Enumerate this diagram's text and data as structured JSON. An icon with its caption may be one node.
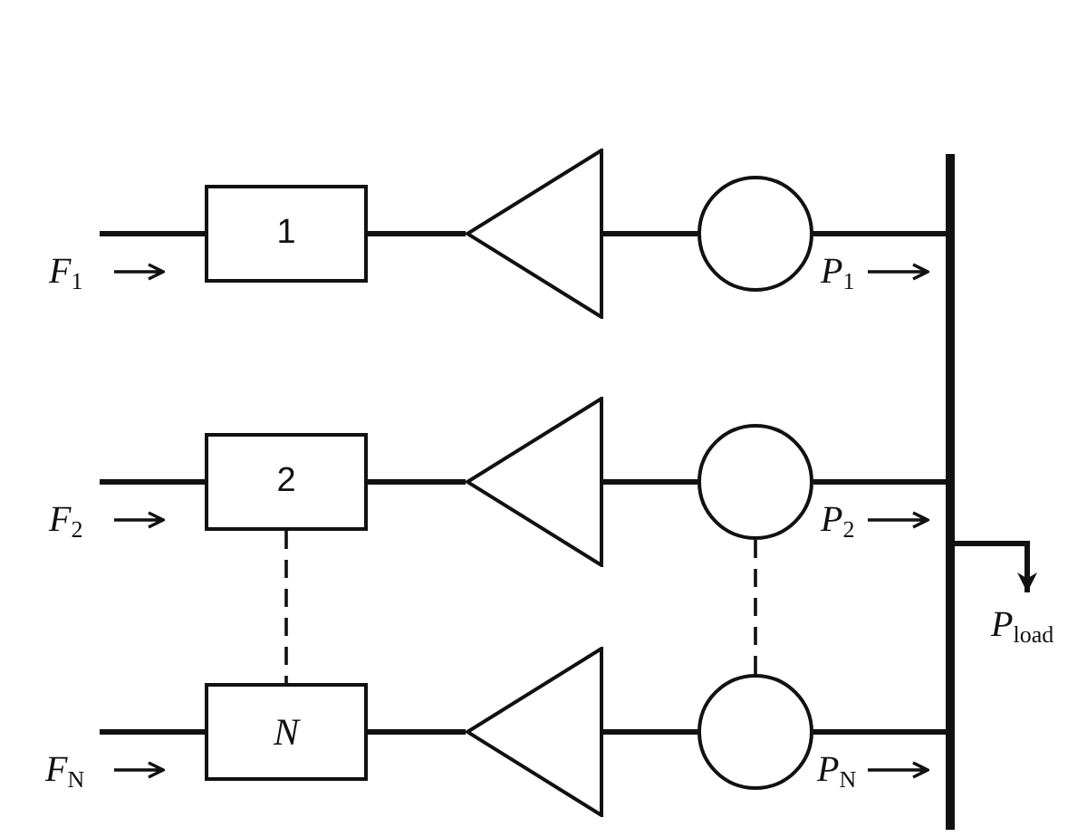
{
  "diagram": {
    "nodes": [
      {
        "text": [
          "1"
        ]
      },
      {
        "text": [],
        "shape": "triangle"
      },
      {
        "text": [],
        "shape": "circle"
      },
      {
        "text": [
          "2"
        ]
      },
      {
        "text": [],
        "shape": "triangle"
      },
      {
        "text": [],
        "shape": "circle"
      },
      {
        "text": [
          "N"
        ]
      },
      {
        "text": [],
        "shape": "triangle"
      },
      {
        "text": [],
        "shape": "circle"
      },
      {
        "text": [],
        "shape": "bar"
      }
    ],
    "edges": [
      {
        "from": null,
        "to": 0,
        "arrow": "none",
        "label": "F$_{1}$"
      },
      {
        "from": 0,
        "to": 1,
        "arrow": "none"
      },
      {
        "from": 1,
        "to": 2,
        "arrow": "none"
      },
      {
        "from": 2,
        "to": 9,
        "arrow": "none",
        "label": "P$_{1}$"
      },
      {
        "from": null,
        "to": 3,
        "arrow": "none",
        "label": "F$_{2}$"
      },
      {
        "from": 3,
        "to": 4,
        "arrow": "none"
      },
      {
        "from": 4,
        "to": 5,
        "arrow": "none"
      },
      {
        "from": 5,
        "to": 9,
        "arrow": "none",
        "label": "P$_{2}$"
      },
      {
        "from": null,
        "to": 6,
        "arrow": "none",
        "label": "F$_{N}$"
      },
      {
        "from": 6,
        "to": 7,
        "arrow": "none"
      },
      {
        "from": 7,
        "to": 8,
        "arrow": "none"
      },
      {
        "from": 8,
        "to": 9,
        "arrow": "none",
        "label": "P$_{N}$"
      },
      {
        "from": 3,
        "to": 6,
        "arrow": "none",
        "style": "dashed"
      },
      {
        "from": 5,
        "to": 8,
        "arrow": "none",
        "style": "dashed"
      },
      {
        "from": 9,
        "to": null,
        "arrow": "to",
        "label": "P$_{load}$"
      }
    ]
  }
}
